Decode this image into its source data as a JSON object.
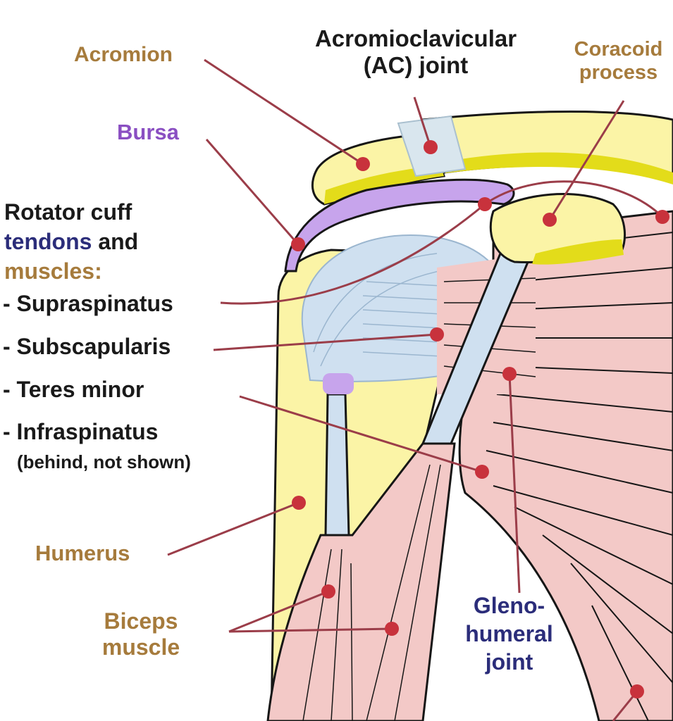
{
  "labels": {
    "acromion": "Acromion",
    "ac_joint_line1": "Acromioclavicular",
    "ac_joint_line2": "(AC) joint",
    "coracoid_line1": "Coracoid",
    "coracoid_line2": "process",
    "bursa": "Bursa",
    "rotator_line1": "Rotator cuff",
    "rotator_word_tendons": "tendons",
    "rotator_word_and": " and",
    "rotator_line3": "muscles:",
    "supraspinatus": "- Supraspinatus",
    "subscapularis": "- Subscapularis",
    "teres_minor": "- Teres minor",
    "infraspinatus": "- Infraspinatus",
    "infraspinatus_note": "(behind, not shown)",
    "humerus": "Humerus",
    "biceps_line1": "Biceps",
    "biceps_line2": "muscle",
    "gleno_line1": "Gleno-",
    "gleno_line2": "humeral",
    "gleno_line3": "joint"
  },
  "colors": {
    "bone": "#fbf4a6",
    "bone_shade": "#e3dc1a",
    "outline": "#161616",
    "muscle": "#f3c9c7",
    "tendon": "#cfe0f0",
    "bursa": "#c7a4ec",
    "leader": "#9b3d49",
    "dot": "#c8323c",
    "label_tan": "#a67b3c",
    "label_navy": "#2b2d7a",
    "label_purple": "#8a4fc2"
  }
}
